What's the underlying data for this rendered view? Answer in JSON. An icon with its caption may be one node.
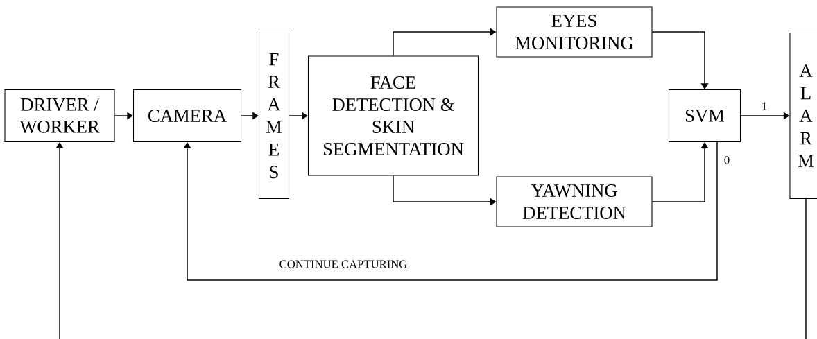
{
  "diagram": {
    "nodes": [
      {
        "text": [
          "DRIVER / WORKER"
        ]
      },
      {
        "text": [
          "CAMERA"
        ]
      },
      {
        "text": [
          "FRAMES"
        ]
      },
      {
        "text": [
          "FACE DETECTION & SKIN SEGMENTATION"
        ]
      },
      {
        "text": [
          "EYES MONITORING"
        ]
      },
      {
        "text": [
          "YAWNING DETECTION"
        ]
      },
      {
        "text": [
          "SVM"
        ]
      },
      {
        "text": [
          "ALARM"
        ]
      }
    ],
    "edges": [
      {
        "from": 0,
        "to": 1,
        "arrow": "to"
      },
      {
        "from": 1,
        "to": 2,
        "arrow": "to"
      },
      {
        "from": 2,
        "to": 3,
        "arrow": "to"
      },
      {
        "from": 3,
        "to": 4,
        "arrow": "to"
      },
      {
        "from": 3,
        "to": 5,
        "arrow": "to"
      },
      {
        "from": 4,
        "to": 6,
        "arrow": "to"
      },
      {
        "from": 5,
        "to": 6,
        "arrow": "to"
      },
      {
        "from": 6,
        "to": 7,
        "arrow": "to",
        "label": "1"
      },
      {
        "from": 6,
        "to": 1,
        "arrow": "to",
        "label": "0"
      },
      {
        "from": 7,
        "to": null,
        "arrow": "none"
      },
      {
        "from": null,
        "to": 0,
        "arrow": "to"
      }
    ],
    "labels": [
      "CONTINUE CAPTURING"
    ]
  }
}
